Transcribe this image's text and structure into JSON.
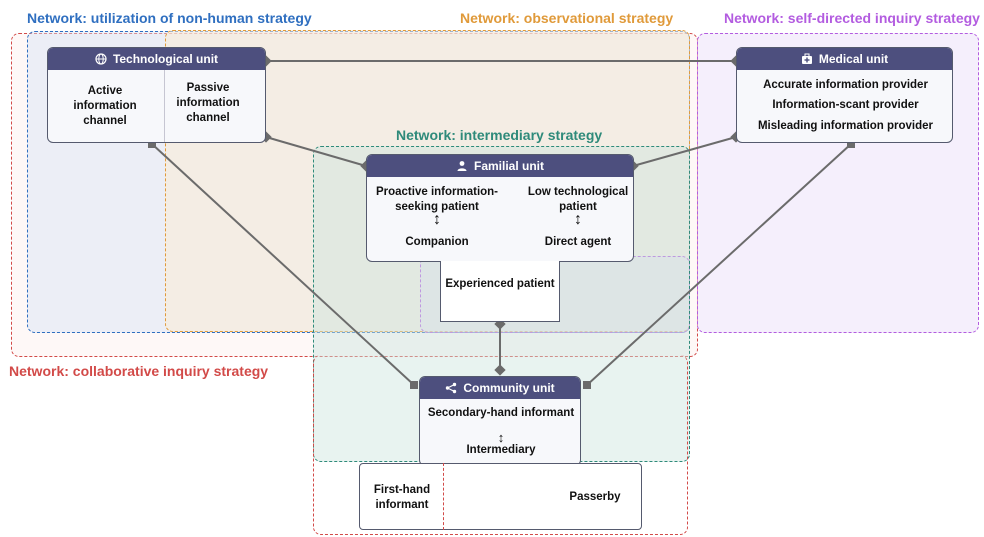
{
  "networks": {
    "non_human": "Network: utilization of non-human strategy",
    "observational": "Network: observational strategy",
    "self_directed": "Network: self-directed inquiry strategy",
    "intermediary": "Network: intermediary strategy",
    "collaborative": "Network: collaborative inquiry strategy"
  },
  "colors": {
    "non_human": "#2f6fc0",
    "observational": "#e09a3a",
    "self_directed": "#b35ce0",
    "intermediary": "#2e8a7a",
    "collaborative": "#d24a48",
    "header": "#4d4f7e"
  },
  "units": {
    "technological": {
      "title": "Technological unit",
      "icon": "globe-icon",
      "left": "Active information channel",
      "right": "Passive information channel"
    },
    "medical": {
      "title": "Medical unit",
      "icon": "medical-kit-icon",
      "items": [
        "Accurate information provider",
        "Information-scant provider",
        "Misleading information provider"
      ]
    },
    "familial": {
      "title": "Familial unit",
      "icon": "person-icon",
      "left_top": "Proactive information-seeking patient",
      "left_bottom": "Companion",
      "right_top": "Low technological patient",
      "right_bottom": "Direct agent",
      "bottom": "Experienced patient"
    },
    "community": {
      "title": "Community unit",
      "icon": "share-icon",
      "top": "Secondary-hand informant",
      "middle": "Intermediary",
      "left": "First-hand informant",
      "right": "Passerby"
    }
  },
  "arrow_glyph": "↕"
}
